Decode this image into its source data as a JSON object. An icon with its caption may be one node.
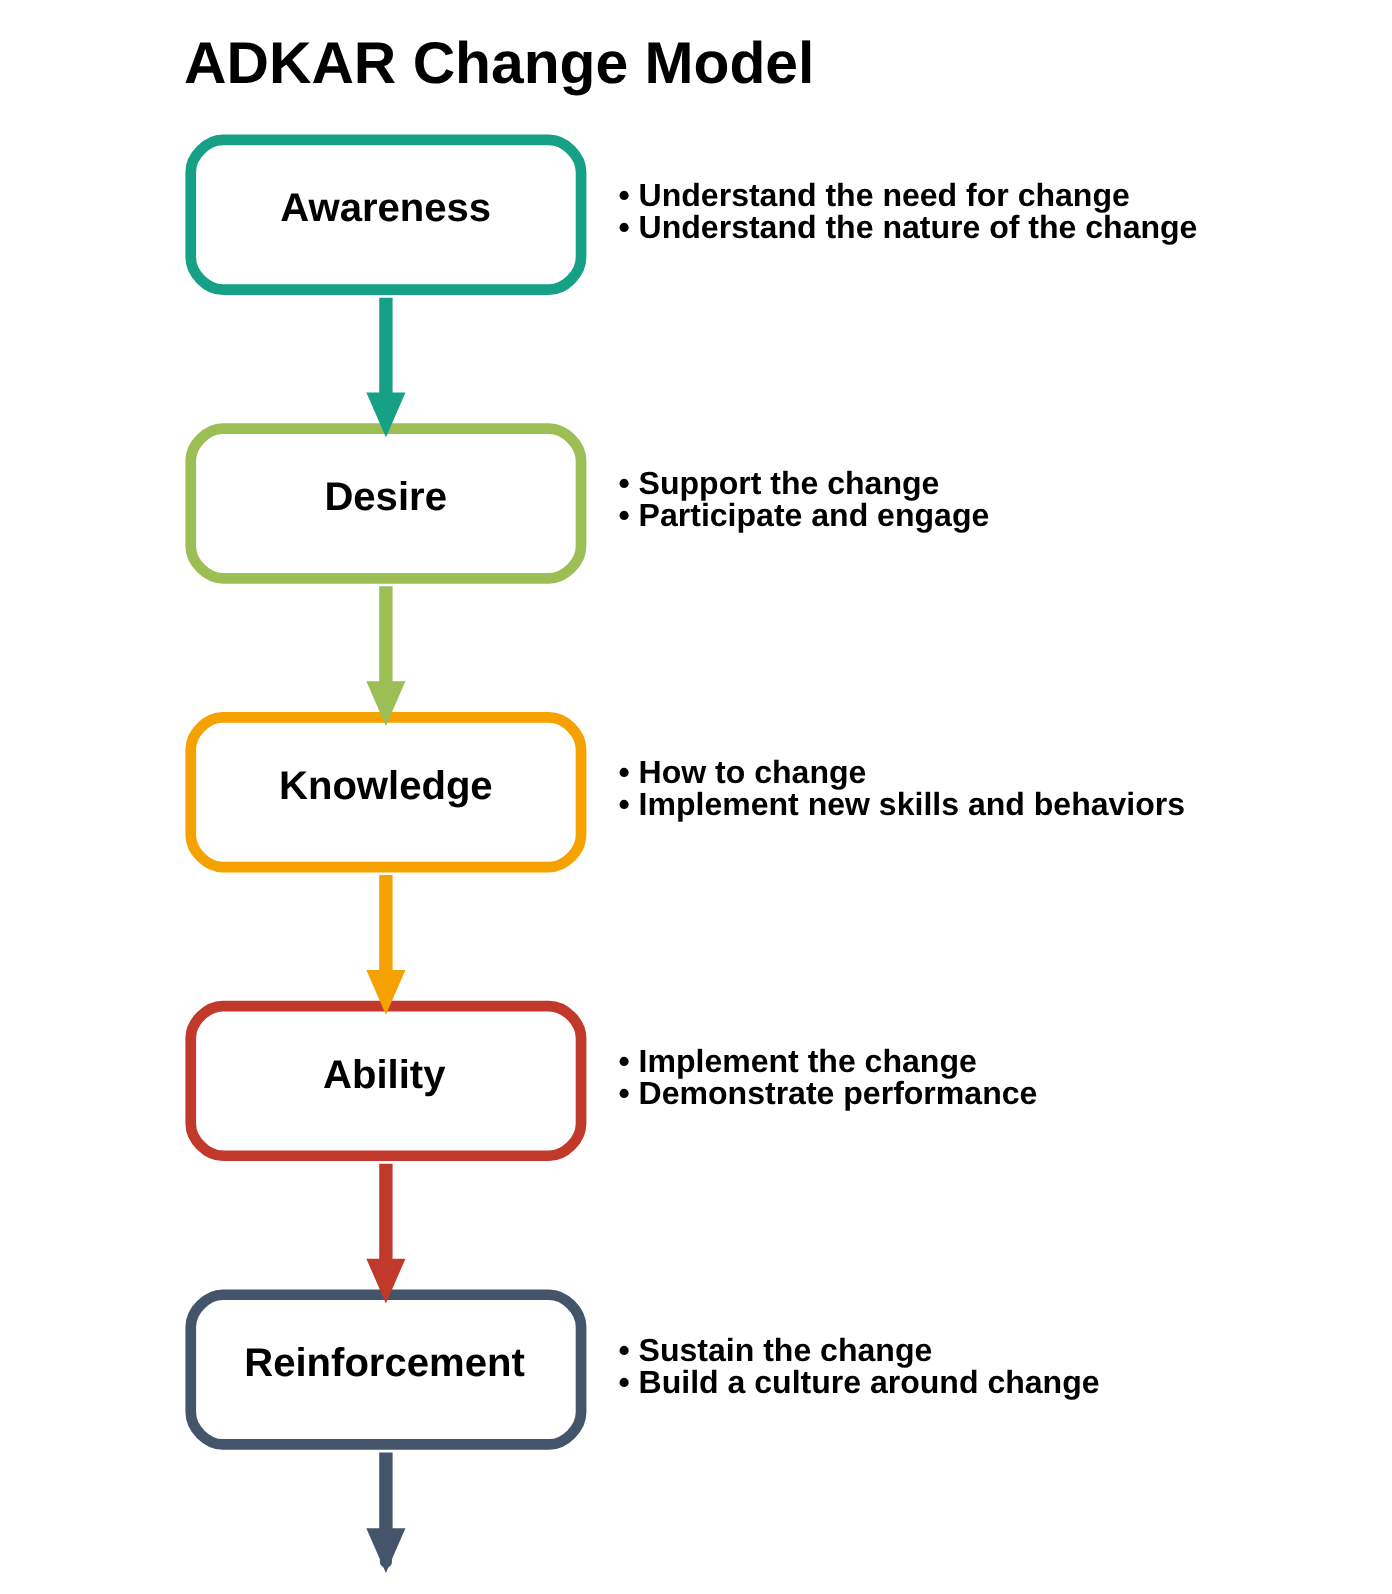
{
  "diagram": {
    "title": "ADKAR Change Model",
    "nodes": [
      {
        "text": [
          "Awareness"
        ],
        "beside": [
          "• Understand the need for change",
          "• Understand the nature of the change"
        ]
      },
      {
        "text": [
          "Desire"
        ],
        "beside": [
          "• Support the change",
          "• Participate and engage"
        ]
      },
      {
        "text": [
          "Knowledge"
        ],
        "beside": [
          "• How to change",
          "• Implement new skills and behaviors"
        ]
      },
      {
        "text": [
          "Ability"
        ],
        "beside": [
          "• Implement the change",
          "• Demonstrate performance"
        ]
      },
      {
        "text": [
          "Reinforcement"
        ],
        "beside": [
          "• Sustain the change",
          "• Build a culture around change"
        ]
      }
    ],
    "edges": [
      {
        "from": 0,
        "to": 1,
        "arrow": "to",
        "color": "#16a085"
      },
      {
        "from": 1,
        "to": 2,
        "arrow": "to",
        "color": "#9bbf55"
      },
      {
        "from": 2,
        "to": 3,
        "arrow": "to",
        "color": "#f5a100"
      },
      {
        "from": 3,
        "to": 4,
        "arrow": "to",
        "color": "#c0392b"
      },
      {
        "from": 4,
        "to": null,
        "arrow": "to",
        "color": "#44546a"
      }
    ]
  }
}
